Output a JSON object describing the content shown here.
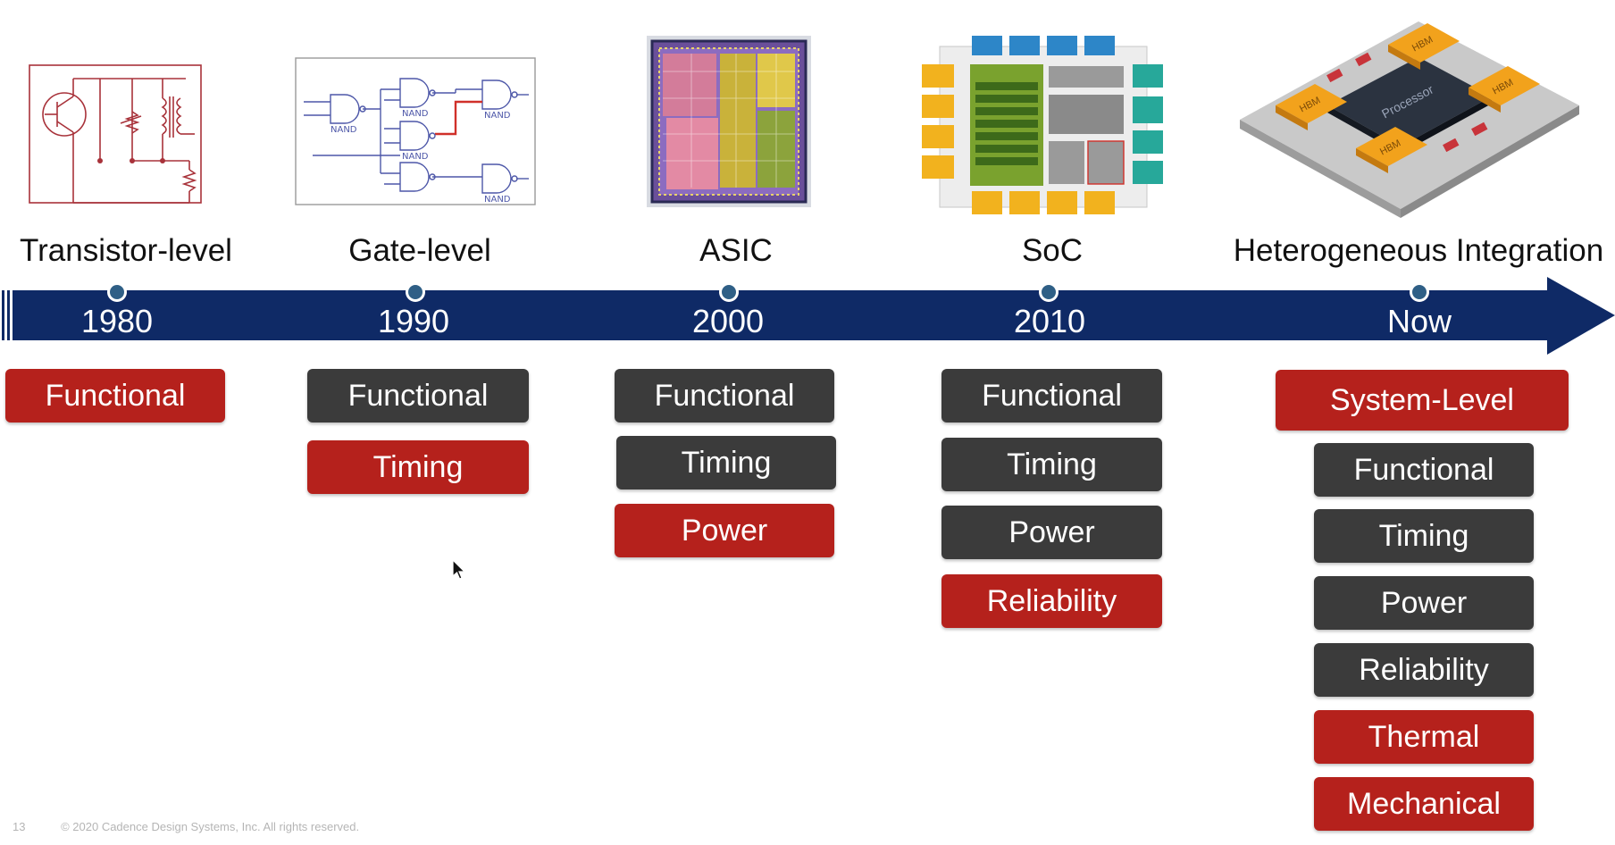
{
  "eras": [
    {
      "title": "Transistor-level",
      "year": "1980",
      "capabilities": [
        {
          "label": "Functional",
          "highlight": true
        }
      ]
    },
    {
      "title": "Gate-level",
      "year": "1990",
      "capabilities": [
        {
          "label": "Functional",
          "highlight": false
        },
        {
          "label": "Timing",
          "highlight": true
        }
      ]
    },
    {
      "title": "ASIC",
      "year": "2000",
      "capabilities": [
        {
          "label": "Functional",
          "highlight": false
        },
        {
          "label": "Timing",
          "highlight": false
        },
        {
          "label": "Power",
          "highlight": true
        }
      ]
    },
    {
      "title": "SoC",
      "year": "2010",
      "capabilities": [
        {
          "label": "Functional",
          "highlight": false
        },
        {
          "label": "Timing",
          "highlight": false
        },
        {
          "label": "Power",
          "highlight": false
        },
        {
          "label": "Reliability",
          "highlight": true
        }
      ]
    },
    {
      "title": "Heterogeneous Integration",
      "year": "Now",
      "capabilities": [
        {
          "label": "System-Level",
          "highlight": true
        },
        {
          "label": "Functional",
          "highlight": false
        },
        {
          "label": "Timing",
          "highlight": false
        },
        {
          "label": "Power",
          "highlight": false
        },
        {
          "label": "Reliability",
          "highlight": false
        },
        {
          "label": "Thermal",
          "highlight": true
        },
        {
          "label": "Mechanical",
          "highlight": true
        }
      ]
    }
  ],
  "illustrations": {
    "gate_labels": [
      "NAND",
      "NAND",
      "NAND",
      "NAND",
      "NAND"
    ],
    "package_labels": {
      "hbm": "HBM",
      "processor": "Processor"
    }
  },
  "footer": {
    "page_number": "13",
    "copyright": "© 2020 Cadence Design Systems, Inc. All rights reserved."
  },
  "colors": {
    "timeline": "#0f2a66",
    "highlight": "#b5211c",
    "neutral": "#3b3b3b",
    "circuit": "#a8323a"
  }
}
